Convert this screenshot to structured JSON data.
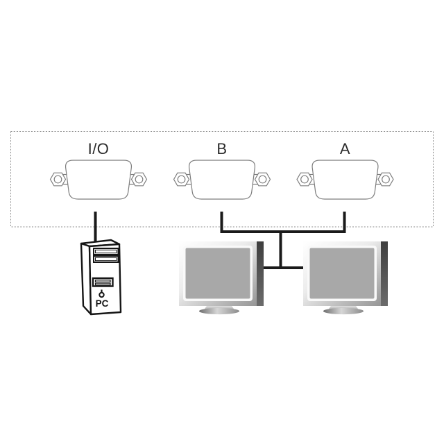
{
  "diagram": {
    "panel_ports": [
      {
        "label": "I/O"
      },
      {
        "label": "B"
      },
      {
        "label": "A"
      }
    ],
    "pc_label": "PC",
    "monitor_count": 2,
    "connections": [
      {
        "from": "I/O",
        "to": "PC"
      },
      {
        "from": "B",
        "to": "monitor-pair"
      },
      {
        "from": "A",
        "to": "monitor-pair"
      }
    ],
    "colors": {
      "cable": "#1a1a1a",
      "connector_outline": "#7d7d7d",
      "panel_dashed_border": "#8e8e8e",
      "monitor_screen": "#a8a8a8",
      "label_text": "#2b2b2b"
    }
  }
}
